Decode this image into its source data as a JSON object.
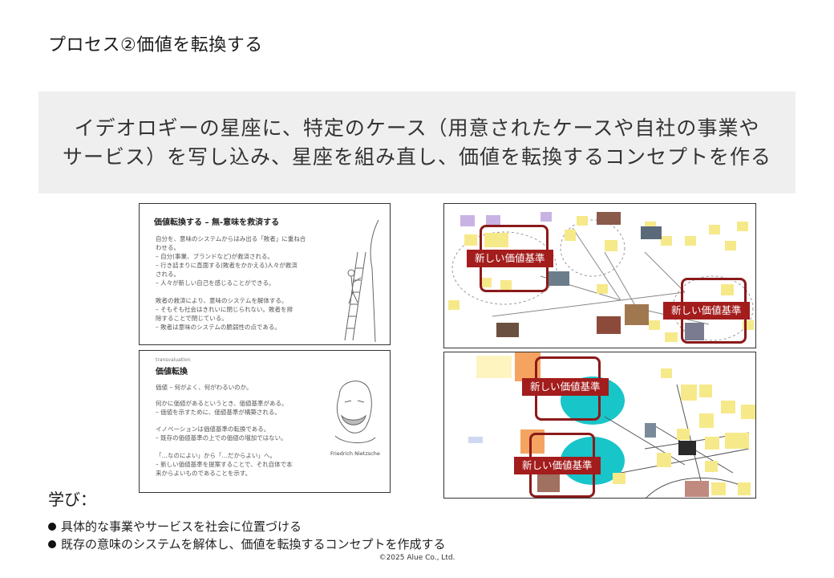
{
  "title": "プロセス②価値を転換する",
  "banner": {
    "line1": "イデオロギーの星座に、特定のケース（用意されたケースや自社の事業や",
    "line2": "サービス）を写し込み、星座を組み直し、価値を転換するコンセプトを作る"
  },
  "slide1": {
    "title": "価値転換する – 無-意味を救済する",
    "lines": [
      "自分を、意味のシステムからはみ出る「敗者」に重ね合",
      "わせる。",
      "– 自分(事業、ブランドなど)が救済される。",
      "– 行き詰まりに直面する(敗者をかかえる)人々が救済",
      "   される。",
      "– 人々が新しい自己を感じることができる。",
      "",
      "敗者の救済により、意味のシステムを解体する。",
      "– そもそも社会はきれいに閉じられない。敗者を排",
      "   除することで閉じている。",
      "– 敗者は意味のシステムの脆弱性の点である。"
    ]
  },
  "slide2": {
    "eyebrow": "transvaluation",
    "title": "価値転換",
    "lines": [
      "価値 – 何がよく、何がわるいのか。",
      "",
      "何かに価値があるというとき、価値基準がある。",
      "– 価値を示すために、価値基準が構築される。",
      "",
      "イノベーションは価値基準の転換である。",
      "– 既存の価値基準の上での価値の増加ではない。",
      "",
      "「…なのによい」から「…だからよい」へ。",
      "– 新しい価値基準を提案することで、それ自体で本",
      "   来からよいものであることを示す。"
    ],
    "caption": "Friedrich Nietzsche"
  },
  "map1": {
    "labels": [
      "新しい価値基準",
      "新しい価値基準"
    ]
  },
  "map2": {
    "labels": [
      "新しい価値基準",
      "新しい価値基準"
    ]
  },
  "learning": {
    "heading": "学び：",
    "bullets": [
      "具体的な事業やサービスを社会に位置づける",
      "既存の意味のシステムを解体し、価値を転換するコンセプトを作成する"
    ]
  },
  "copyright": "©2025 Alue Co., Ltd.",
  "colors": {
    "accent_red": "#a31d1d",
    "banner_bg": "#efefef",
    "sticky_yellow": "#f6e98a",
    "sticky_purple": "#c9b3e3",
    "teal": "#18c5c9"
  }
}
